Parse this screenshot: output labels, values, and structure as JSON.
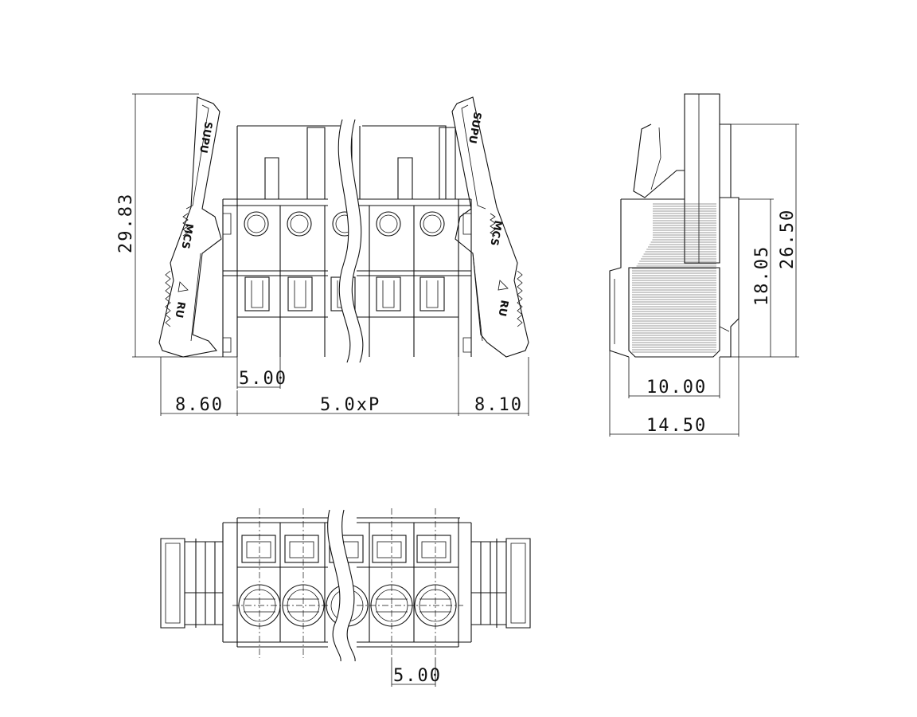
{
  "front_view": {
    "dims": {
      "height": "29.83",
      "pitch": "5.00",
      "left_offset": "8.60",
      "pitch_total": "5.0xP",
      "right_offset": "8.10"
    },
    "brand": "SUPU",
    "series": "MCS",
    "mark": "RU"
  },
  "side_view": {
    "dims": {
      "total_height": "26.50",
      "body_height": "18.05",
      "body_width": "10.00",
      "total_width": "14.50"
    }
  },
  "bottom_view": {
    "dims": {
      "pitch": "5.00"
    }
  }
}
